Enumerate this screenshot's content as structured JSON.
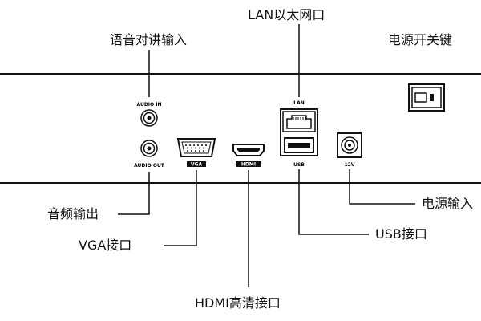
{
  "callouts": {
    "audio_in": "语音对讲输入",
    "lan": "LAN以太网口",
    "power_switch": "电源开关键",
    "audio_out": "音频输出",
    "vga": "VGA接口",
    "hdmi": "HDMI高清接口",
    "usb": "USB接口",
    "power_input": "电源输入"
  },
  "panel_labels": {
    "audio_in": "AUDIO IN",
    "audio_out": "AUDIO OUT",
    "vga": "VGA",
    "hdmi": "HDMI",
    "lan": "LAN",
    "usb": "USB",
    "dc": "12V"
  },
  "colors": {
    "line": "#111111",
    "panel_bg": "#ffffff"
  }
}
